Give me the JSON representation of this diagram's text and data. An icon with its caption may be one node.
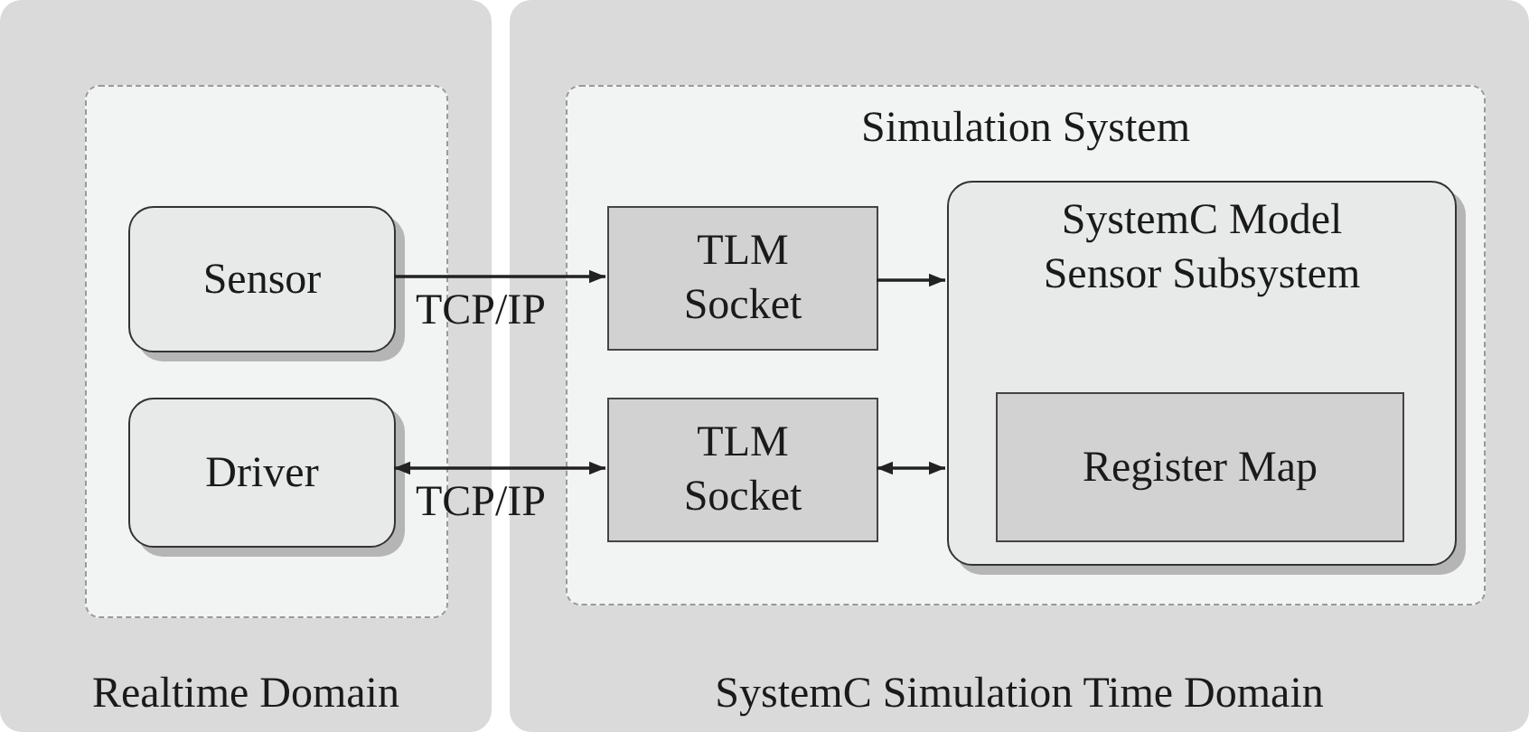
{
  "diagram": {
    "nodes": [
      {
        "text": [
          "Realtime Domain"
        ]
      },
      {
        "text": [
          "SystemC Simulation Time Domain"
        ]
      },
      {
        "text": [],
        "shape": "box",
        "in": 0
      },
      {
        "text": [
          "Sensor"
        ],
        "in": 2
      },
      {
        "text": [
          "Driver"
        ],
        "in": 2
      },
      {
        "text": [
          "Simulation System"
        ],
        "in": 1
      },
      {
        "text": [
          "TLM Socket"
        ],
        "in": 5
      },
      {
        "text": [
          "TLM Socket"
        ],
        "in": 5
      },
      {
        "text": [
          "SystemC Model Sensor Subsystem"
        ],
        "in": 5
      },
      {
        "text": [
          "Register Map"
        ],
        "in": 8
      }
    ],
    "edges": [
      {
        "from": 3,
        "to": 6,
        "arrow": "to",
        "label": "TCP/IP"
      },
      {
        "from": 4,
        "to": 7,
        "arrow": "both",
        "label": "TCP/IP"
      },
      {
        "from": 6,
        "to": 8,
        "arrow": "to"
      },
      {
        "from": 7,
        "to": 8,
        "arrow": "both"
      }
    ]
  }
}
